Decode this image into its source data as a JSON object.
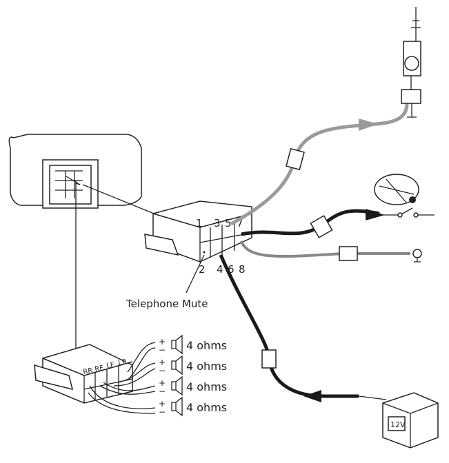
{
  "iso_adapter": {
    "pins_top": [
      "1",
      "3",
      "5",
      "7"
    ],
    "pins_bottom": [
      "2",
      "4",
      "6",
      "8"
    ],
    "telephone_mute_label": "Telephone Mute"
  },
  "speaker_connector": {
    "channels": [
      "RR",
      "RF",
      "LF",
      "LR"
    ]
  },
  "speakers": [
    {
      "plus": "+",
      "minus": "−",
      "impedance": "4 ohms"
    },
    {
      "plus": "+",
      "minus": "−",
      "impedance": "4 ohms"
    },
    {
      "plus": "+",
      "minus": "−",
      "impedance": "4 ohms"
    },
    {
      "plus": "+",
      "minus": "−",
      "impedance": "4 ohms"
    }
  ],
  "battery": {
    "label": "12V"
  },
  "colors": {
    "line": "#222222",
    "grey_wire": "#9a9a9a",
    "black_wire": "#1a1a1a"
  }
}
